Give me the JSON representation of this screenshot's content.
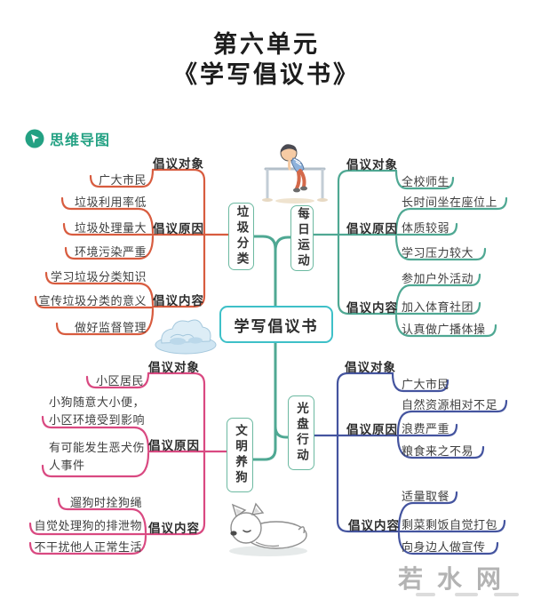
{
  "title": {
    "line1": "第六单元",
    "line2": "《学写倡议书》"
  },
  "badge": {
    "label": "思维导图"
  },
  "center": {
    "label": "学写倡议书"
  },
  "watermark": {
    "text": "若水网"
  },
  "colors": {
    "teal_branch": "#4FA893",
    "orange_branch": "#D85C3F",
    "pink_branch": "#D94981",
    "navy_branch": "#44549F",
    "center_border": "#3EC0C8",
    "badge_teal": "#23A183"
  },
  "branches": {
    "garbage": {
      "label": "垃圾分类",
      "target_label": "倡议对象",
      "target_items": [
        "广大市民"
      ],
      "reason_label": "倡议原因",
      "reason_items": [
        "垃圾利用率低",
        "垃圾处理量大",
        "环境污染严重"
      ],
      "content_label": "倡议内容",
      "content_items": [
        "学习垃圾分类知识",
        "宣传垃圾分类的意义",
        "做好监督管理"
      ]
    },
    "exercise": {
      "label": "每日运动",
      "target_label": "倡议对象",
      "target_items": [
        "全校师生"
      ],
      "reason_label": "倡议原因",
      "reason_items": [
        "长时间坐在座位上",
        "体质较弱",
        "学习压力较大"
      ],
      "content_label": "倡议内容",
      "content_items": [
        "参加户外活动",
        "加入体育社团",
        "认真做广播体操"
      ]
    },
    "dog": {
      "label": "文明养狗",
      "target_label": "倡议对象",
      "target_items": [
        "小区居民"
      ],
      "reason_label": "倡议原因",
      "reason_items": [
        [
          "小狗随意大小便，",
          "小区环境受到影响"
        ],
        [
          "有可能发生恶犬伤",
          "人事件"
        ]
      ],
      "content_label": "倡议内容",
      "content_items": [
        "遛狗时拴狗绳",
        "自觉处理狗的排泄物",
        "不干扰他人正常生活"
      ]
    },
    "plate": {
      "label": "光盘行动",
      "target_label": "倡议对象",
      "target_items": [
        "广大市民"
      ],
      "reason_label": "倡议原因",
      "reason_items": [
        "自然资源相对不足",
        "浪费严重",
        "粮食来之不易"
      ],
      "content_label": "倡议内容",
      "content_items": [
        "适量取餐",
        "剩菜剩饭自觉打包",
        "向身边人做宣传"
      ]
    }
  }
}
